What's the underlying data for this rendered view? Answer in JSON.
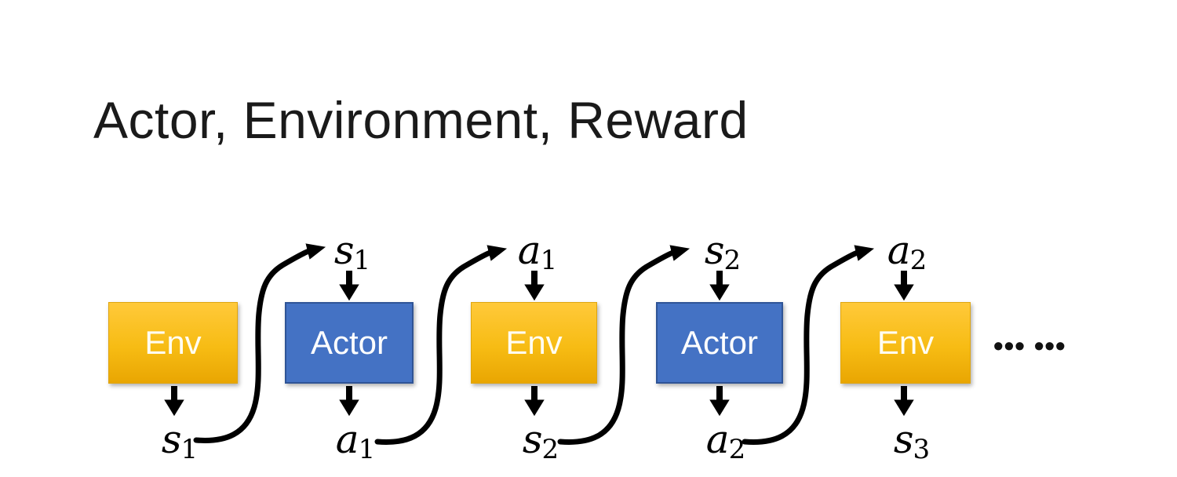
{
  "slide": {
    "title": "Actor, Environment, Reward"
  },
  "diagram": {
    "boxes": [
      {
        "id": "env-1",
        "label": "Env"
      },
      {
        "id": "actor-1",
        "label": "Actor"
      },
      {
        "id": "env-2",
        "label": "Env"
      },
      {
        "id": "actor-2",
        "label": "Actor"
      },
      {
        "id": "env-3",
        "label": "Env"
      }
    ],
    "top_labels": [
      {
        "base": "s",
        "sub": "1"
      },
      {
        "base": "a",
        "sub": "1"
      },
      {
        "base": "s",
        "sub": "2"
      },
      {
        "base": "a",
        "sub": "2"
      }
    ],
    "bottom_labels": [
      {
        "base": "s",
        "sub": "1"
      },
      {
        "base": "a",
        "sub": "1"
      },
      {
        "base": "s",
        "sub": "2"
      },
      {
        "base": "a",
        "sub": "2"
      },
      {
        "base": "s",
        "sub": "3"
      }
    ],
    "ellipsis": "••• •••"
  },
  "colors": {
    "env_gradient_top": "#FFC93A",
    "env_gradient_bottom": "#E9A602",
    "env_border": "#DFA50E",
    "actor_fill": "#4472C4",
    "actor_border": "#2F5496",
    "box_text": "#FFFFFF",
    "arrow": "#000000",
    "title_text": "#1A1A1A",
    "background": "#FFFFFF"
  }
}
